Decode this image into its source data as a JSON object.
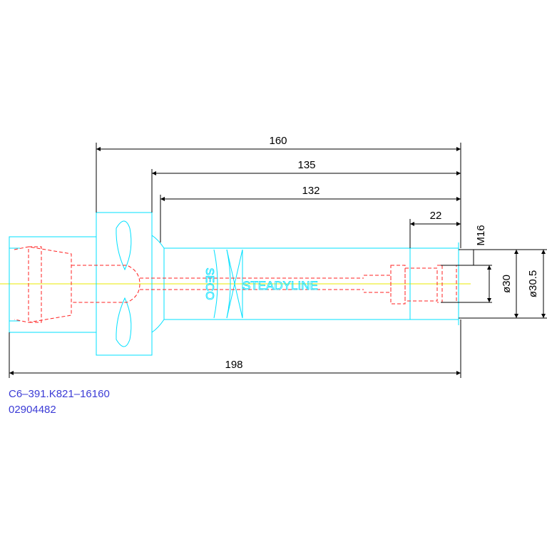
{
  "dimensions": {
    "overall_length": "198",
    "length_160": "160",
    "length_135": "135",
    "length_132": "132",
    "length_22": "22",
    "thread": "M16",
    "diameter_30": "ø30",
    "diameter_30_5": "ø30.5"
  },
  "branding": {
    "brand": "SECO",
    "product_line": "STEADYLINE"
  },
  "part": {
    "number": "C6–391.K821–16160",
    "code": "02904482"
  },
  "colors": {
    "outline": "#00e0ff",
    "hidden_lines": "#ff2020",
    "dimensions": "#000000",
    "centerline": "#e8e800",
    "part_text": "#3b3bd6"
  }
}
